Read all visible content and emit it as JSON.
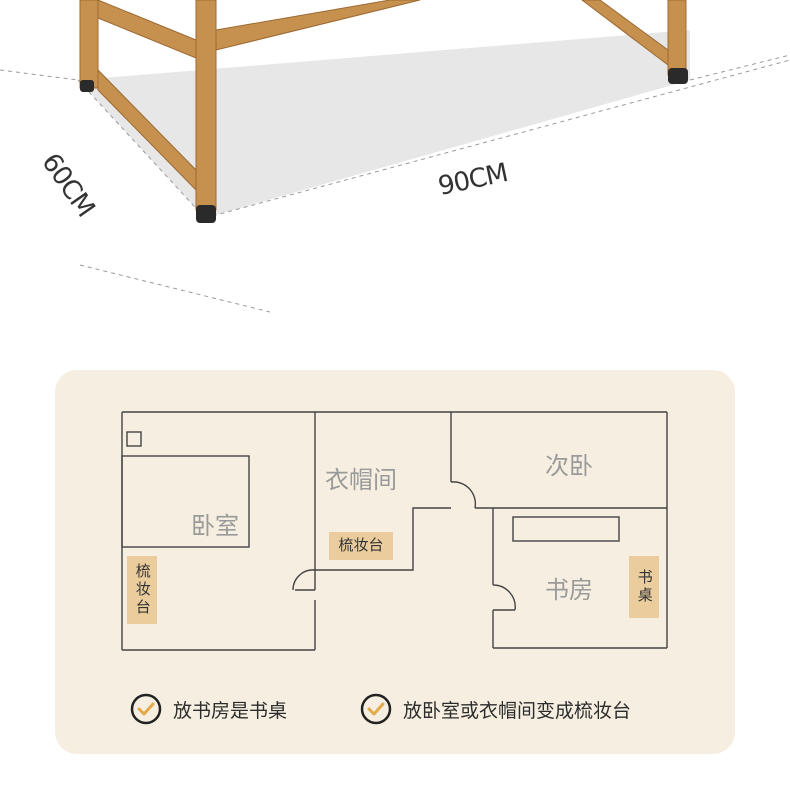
{
  "dimensions": {
    "depth_label": "60CM",
    "width_label": "90CM"
  },
  "floorplan": {
    "rooms": {
      "bedroom": "卧室",
      "closet": "衣帽间",
      "second_bedroom": "次卧",
      "study": "书房"
    },
    "tags": {
      "vanity_bedroom": "梳妆台",
      "vanity_closet": "梳妆台",
      "desk_study": "书桌"
    }
  },
  "legend": {
    "item1": "放书房是书桌",
    "item2": "放卧室或衣帽间变成梳妆台"
  },
  "colors": {
    "card_bg": "#f6efe1",
    "tag_bg": "#ebcd9d",
    "wood": "#c6904f",
    "mat": "#e7e7e7"
  },
  "icons": {
    "legend": "check-circle-icon"
  }
}
